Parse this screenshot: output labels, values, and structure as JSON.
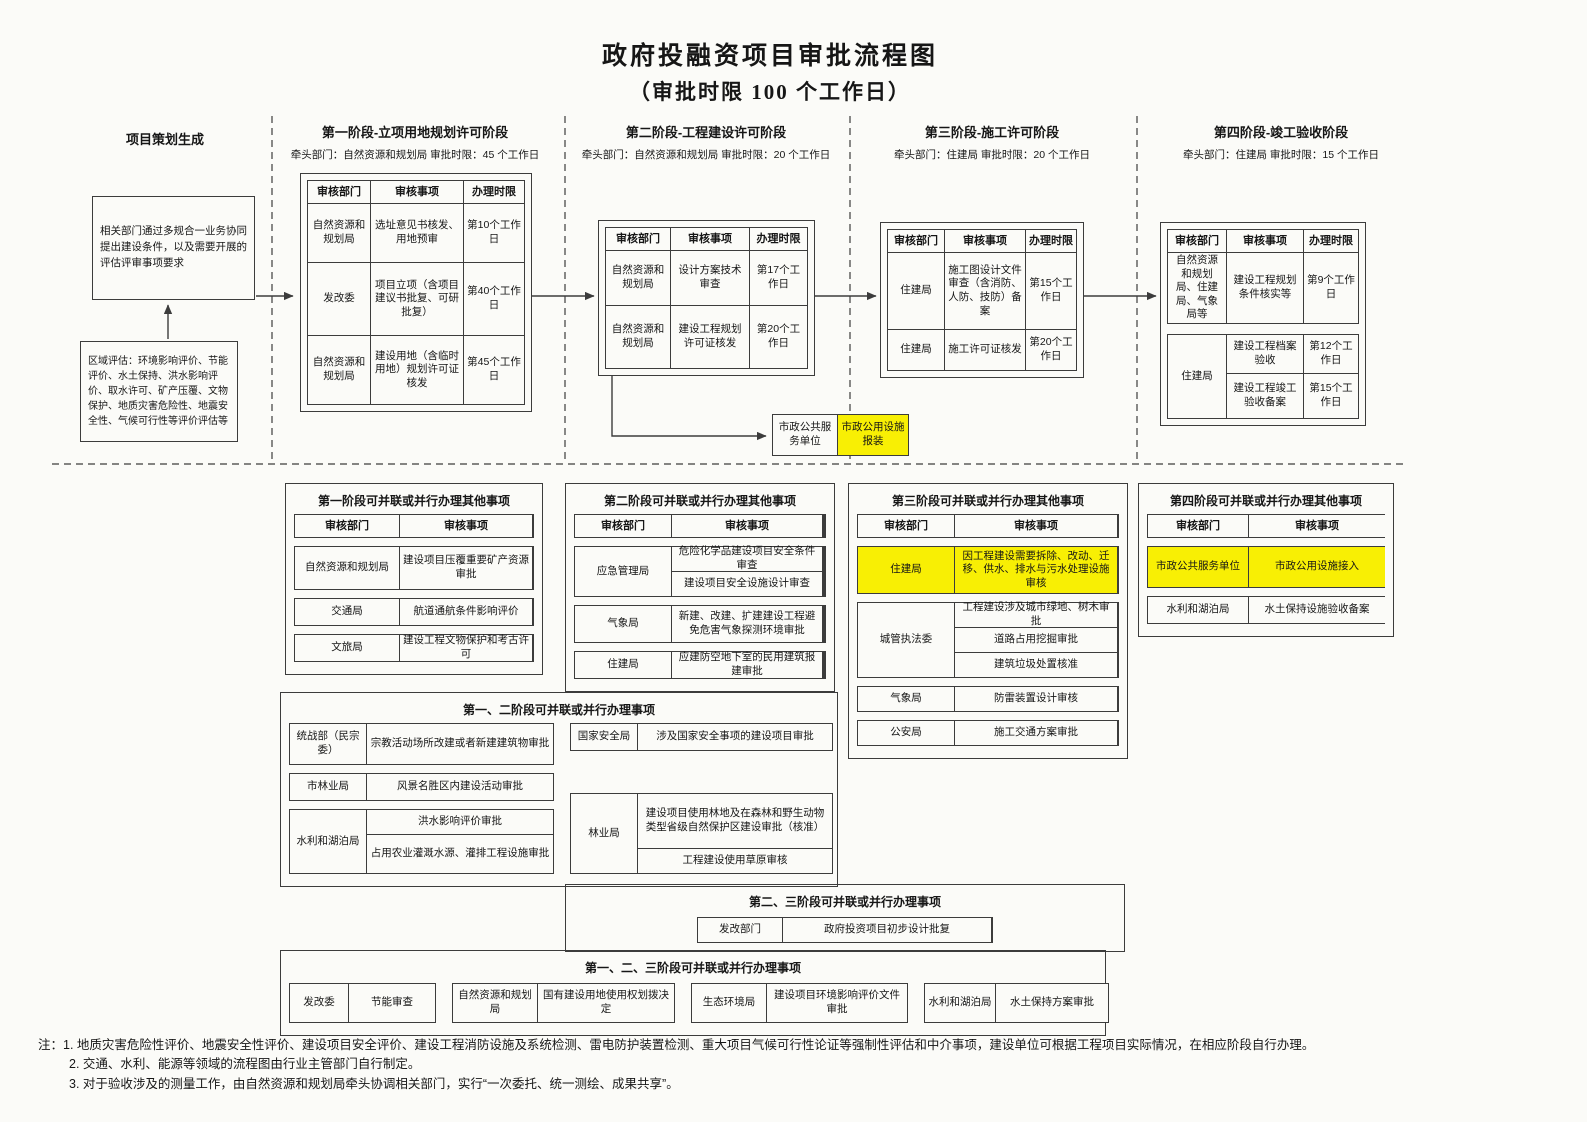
{
  "title": "政府投融资项目审批流程图",
  "subtitle": "（审批时限 100 个工作日）",
  "colors": {
    "highlight": "#f8ef04",
    "line": "#3c3c3c"
  },
  "planning": {
    "header": "项目策划生成",
    "box1": "相关部门通过多规合一业务协同提出建设条件，以及需要开展的评估评审事项要求",
    "box2": "区域评估：环境影响评价、节能评价、水土保持、洪水影响评价、取水许可、矿产压覆、文物保护、地质灾害危险性、地震安全性、气候可行性等评价评估等"
  },
  "stages": [
    {
      "title": "第一阶段-立项用地规划许可阶段",
      "lead": "牵头部门：自然资源和规划局  审批时限：45 个工作日",
      "headers": [
        "审核部门",
        "审核事项",
        "办理时限"
      ],
      "rows": [
        [
          "自然资源和规划局",
          "选址意见书核发、用地预审",
          "第10个工作日"
        ],
        [
          "发改委",
          "项目立项（含项目建议书批复、可研批复）",
          "第40个工作日"
        ],
        [
          "自然资源和规划局",
          "建设用地（含临时用地）规划许可证核发",
          "第45个工作日"
        ]
      ]
    },
    {
      "title": "第二阶段-工程建设许可阶段",
      "lead": "牵头部门：自然资源和规划局  审批时限：20 个工作日",
      "headers": [
        "审核部门",
        "审核事项",
        "办理时限"
      ],
      "rows": [
        [
          "自然资源和规划局",
          "设计方案技术审查",
          "第17个工作日"
        ],
        [
          "自然资源和规划局",
          "建设工程规划许可证核发",
          "第20个工作日"
        ]
      ]
    },
    {
      "title": "第三阶段-施工许可阶段",
      "lead": "牵头部门：住建局  审批时限：20 个工作日",
      "headers": [
        "审核部门",
        "审核事项",
        "办理时限"
      ],
      "rows": [
        [
          "住建局",
          "施工图设计文件审查（含消防、人防、技防）备案",
          "第15个工作日"
        ],
        [
          "住建局",
          "施工许可证核发",
          "第20个工作日"
        ]
      ]
    },
    {
      "title": "第四阶段-竣工验收阶段",
      "lead": "牵头部门：住建局  审批时限：15 个工作日",
      "headers": [
        "审核部门",
        "审核事项",
        "办理时限"
      ],
      "rows": [
        [
          "自然资源和规划局、住建局、气象局等",
          "建设工程规划条件核实等",
          "第9个工作日"
        ]
      ],
      "group": {
        "dept": "住建局",
        "items": [
          [
            "建设工程档案验收",
            "第12个工作日"
          ],
          [
            "建设工程竣工验收备案",
            "第15个工作日"
          ]
        ]
      }
    }
  ],
  "municipal": {
    "dept": "市政公共服务单位",
    "item": "市政公用设施报装"
  },
  "parallel": [
    {
      "title": "第一阶段可并联或并行办理其他事项",
      "headers": [
        "审核部门",
        "审核事项"
      ],
      "rows": [
        {
          "dept": "自然资源和规划局",
          "items": [
            "建设项目压覆重要矿产资源审批"
          ],
          "highlight": false
        },
        {
          "dept": "交通局",
          "items": [
            "航道通航条件影响评价"
          ],
          "highlight": false
        },
        {
          "dept": "文旅局",
          "items": [
            "建设工程文物保护和考古许可"
          ],
          "highlight": false
        }
      ]
    },
    {
      "title": "第二阶段可并联或并行办理其他事项",
      "headers": [
        "审核部门",
        "审核事项"
      ],
      "rows": [
        {
          "dept": "应急管理局",
          "items": [
            "危险化学品建设项目安全条件审查",
            "建设项目安全设施设计审查"
          ],
          "highlight": false
        },
        {
          "dept": "气象局",
          "items": [
            "新建、改建、扩建建设工程避免危害气象探测环境审批"
          ],
          "highlight": false
        },
        {
          "dept": "住建局",
          "items": [
            "应建防空地下室的民用建筑报建审批"
          ],
          "highlight": false
        }
      ]
    },
    {
      "title": "第三阶段可并联或并行办理其他事项",
      "headers": [
        "审核部门",
        "审核事项"
      ],
      "rows": [
        {
          "dept": "住建局",
          "items": [
            "因工程建设需要拆除、改动、迁移、供水、排水与污水处理设施审核"
          ],
          "highlight": true
        },
        {
          "dept": "城管执法委",
          "items": [
            "工程建设涉及城市绿地、树木审批",
            "道路占用挖掘审批",
            "建筑垃圾处置核准"
          ],
          "highlight": false
        },
        {
          "dept": "气象局",
          "items": [
            "防雷装置设计审核"
          ],
          "highlight": false
        },
        {
          "dept": "公安局",
          "items": [
            "施工交通方案审批"
          ],
          "highlight": false
        }
      ]
    },
    {
      "title": "第四阶段可并联或并行办理其他事项",
      "headers": [
        "审核部门",
        "审核事项"
      ],
      "rows": [
        {
          "dept": "市政公共服务单位",
          "items": [
            "市政公用设施接入"
          ],
          "highlight": true
        },
        {
          "dept": "水利和湖泊局",
          "items": [
            "水土保持设施验收备案"
          ],
          "highlight": false
        }
      ]
    }
  ],
  "combo12": {
    "title": "第一、二阶段可并联或并行办理事项",
    "left": [
      {
        "dept": "统战部（民宗委）",
        "items": [
          "宗教活动场所改建或者新建建筑物审批"
        ]
      },
      {
        "dept": "市林业局",
        "items": [
          "风景名胜区内建设活动审批"
        ]
      },
      {
        "dept": "水利和湖泊局",
        "items": [
          "洪水影响评价审批",
          "占用农业灌溉水源、灌排工程设施审批"
        ]
      }
    ],
    "right": [
      {
        "dept": "国家安全局",
        "items": [
          "涉及国家安全事项的建设项目审批"
        ]
      },
      {
        "dept": "林业局",
        "items": [
          "建设项目使用林地及在森林和野生动物类型省级自然保护区建设审批（核准）",
          "工程建设使用草原审核"
        ]
      }
    ]
  },
  "combo23": {
    "title": "第二、三阶段可并联或并行办理事项",
    "rows": [
      {
        "dept": "发改部门",
        "item": "政府投资项目初步设计批复"
      }
    ]
  },
  "combo123": {
    "title": "第一、二、三阶段可并联或并行办理事项",
    "pairs": [
      [
        "发改委",
        "节能审查"
      ],
      [
        "自然资源和规划局",
        "国有建设用地使用权划拨决定"
      ],
      [
        "生态环境局",
        "建设项目环境影响评价文件审批"
      ],
      [
        "水利和湖泊局",
        "水土保持方案审批"
      ]
    ]
  },
  "notes": {
    "label": "注：",
    "items": [
      "1.  地质灾害危险性评价、地震安全性评价、建设项目安全评价、建设工程消防设施及系统检测、雷电防护装置检测、重大项目气候可行性论证等强制性评估和中介事项，建设单位可根据工程项目实际情况，在相应阶段自行办理。",
      "2.  交通、水利、能源等领域的流程图由行业主管部门自行制定。",
      "3.  对于验收涉及的测量工作，由自然资源和规划局牵头协调相关部门，实行“一次委托、统一测绘、成果共享”。"
    ]
  }
}
